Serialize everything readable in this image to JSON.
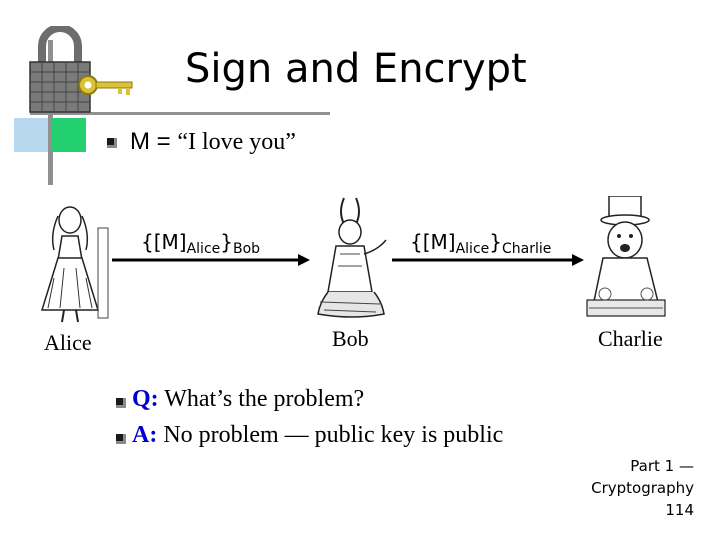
{
  "slide": {
    "title": "Sign and Encrypt",
    "message_prefix": "M = ",
    "message_text": "“I love you”",
    "arrow1": {
      "bracket": "{[M]",
      "sub1": "Alice",
      "mid": "}",
      "sub2": "Bob"
    },
    "arrow2": {
      "bracket": "{[M]",
      "sub1": "Alice",
      "mid": "}",
      "sub2": "Charlie"
    },
    "names": {
      "alice": "Alice",
      "bob": "Bob",
      "charlie": "Charlie"
    },
    "qa": [
      {
        "label": "Q:",
        "text": " What’s the problem?"
      },
      {
        "label": "A:",
        "text": " No problem — public key is public"
      }
    ],
    "footer": {
      "line1": "Part 1 —",
      "line2": "Cryptography",
      "page": "114"
    }
  },
  "icons": [
    "padlock-icon",
    "key-icon",
    "bullet-icon",
    "alice-figure",
    "rabbit-figure",
    "hatter-figure"
  ],
  "colors": {
    "accent_blue": "#0000cc",
    "line_gray": "#909090"
  }
}
